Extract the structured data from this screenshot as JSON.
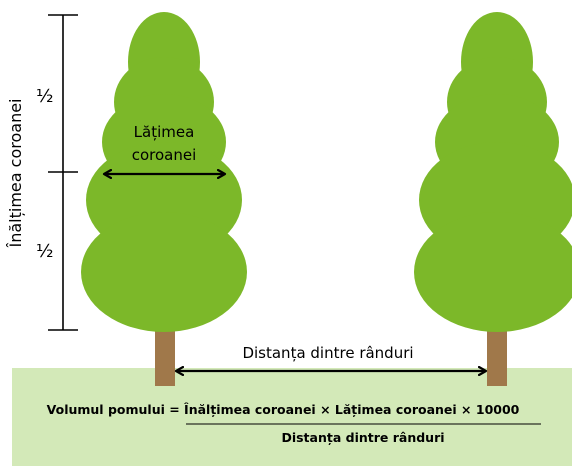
{
  "diagram": {
    "crown_height_label": "Înălțimea coroanei",
    "half_top": "½",
    "half_bottom": "½",
    "crown_width_label_line1": "Lățimea",
    "crown_width_label_line2": "coroanei",
    "row_distance_label": "Distanța dintre rânduri",
    "formula_numerator": "Volumul pomului = Înălțimea coroanei × Lățimea coroanei × 10000",
    "formula_denominator": "Distanța dintre rânduri"
  },
  "colors": {
    "tree_crown": "#7cb829",
    "trunk": "#a0784a",
    "ground": "#d3e9b8",
    "line": "#000000"
  }
}
